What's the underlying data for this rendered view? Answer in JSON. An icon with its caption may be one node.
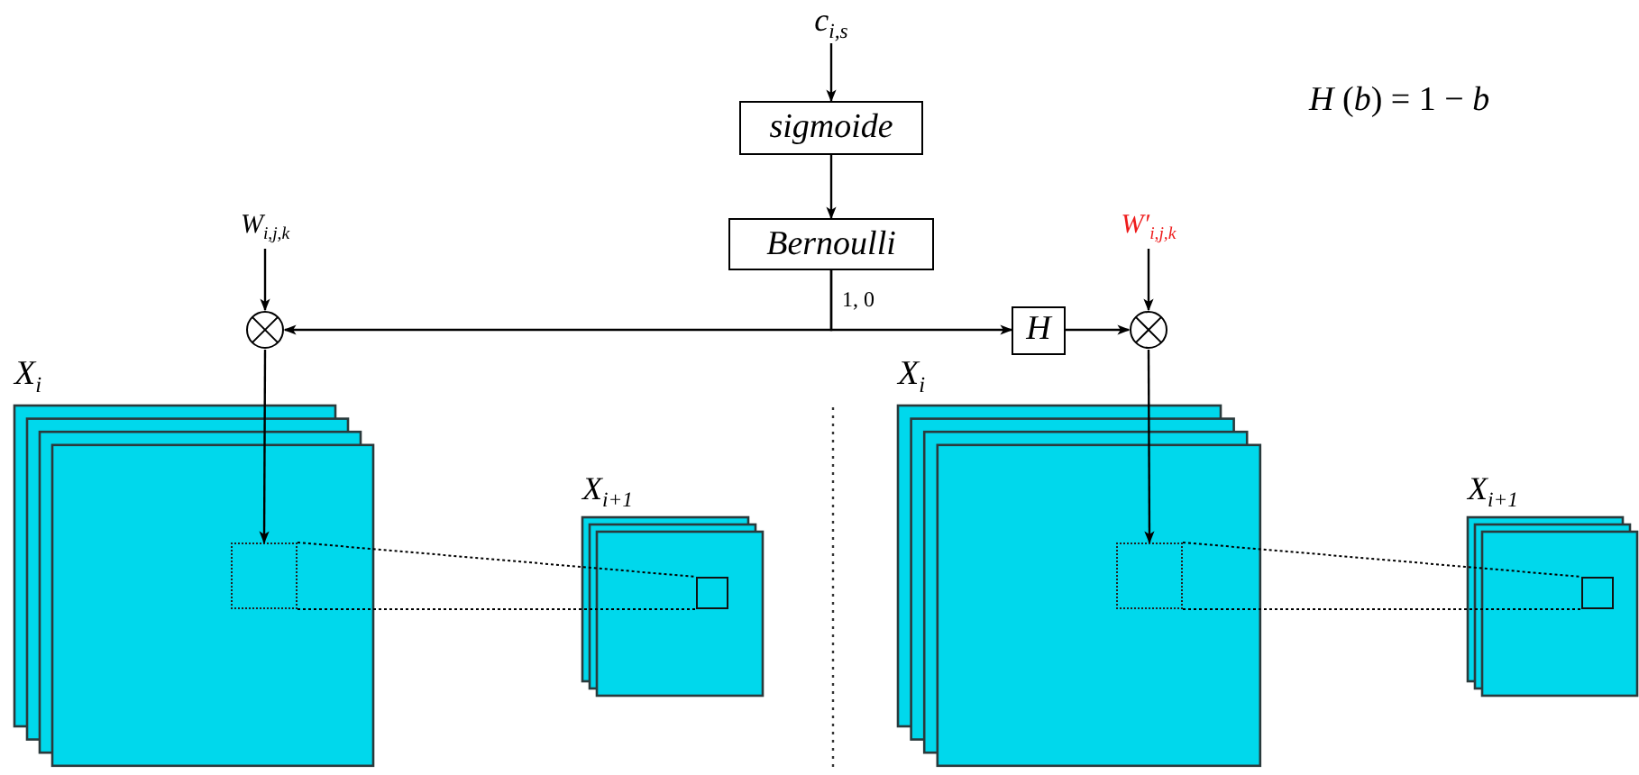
{
  "diagram": {
    "nodes": [
      {
        "text": [
          "*c*$_{i,s}$"
        ]
      },
      {
        "text": [
          "sigmoide"
        ]
      },
      {
        "text": [
          "Bernoulli"
        ]
      },
      {
        "text": [
          "*W*$_{i,j,k}$"
        ]
      },
      {
        "text": [],
        "shape": "circle"
      },
      {
        "text": [
          "H"
        ]
      },
      {
        "text": [
          "*W′*$_{i,j,k}$"
        ]
      },
      {
        "text": [],
        "shape": "circle"
      },
      {
        "text": [
          "*X*$_{i}$"
        ]
      },
      {
        "text": [],
        "shape": "box",
        "in": 8
      },
      {
        "text": [
          "*X*$_{i+1}$"
        ]
      },
      {
        "text": [],
        "shape": "box",
        "in": 10
      },
      {
        "text": [
          "*X*$_{i}$"
        ]
      },
      {
        "text": [],
        "shape": "box",
        "in": 12
      },
      {
        "text": [
          "*X*$_{i+1}$"
        ]
      },
      {
        "text": [],
        "shape": "box",
        "in": 14
      }
    ],
    "edges": [
      {
        "from": 0,
        "to": 1,
        "arrow": "to"
      },
      {
        "from": 1,
        "to": 2,
        "arrow": "to"
      },
      {
        "from": 2,
        "to": 4,
        "arrow": "to",
        "label": "1, 0"
      },
      {
        "from": 2,
        "to": 5,
        "arrow": "to"
      },
      {
        "from": 3,
        "to": 4,
        "arrow": "to"
      },
      {
        "from": 5,
        "to": 7,
        "arrow": "to"
      },
      {
        "from": 6,
        "to": 7,
        "arrow": "to"
      },
      {
        "from": 4,
        "to": 9,
        "arrow": "to"
      },
      {
        "from": 9,
        "to": 11,
        "arrow": "none",
        "style": "dashed"
      },
      {
        "from": 9,
        "to": 11,
        "arrow": "none",
        "style": "dashed"
      },
      {
        "from": 7,
        "to": 13,
        "arrow": "to"
      },
      {
        "from": 13,
        "to": 15,
        "arrow": "none",
        "style": "dashed"
      },
      {
        "from": 13,
        "to": 15,
        "arrow": "none",
        "style": "dashed"
      }
    ],
    "labels": [
      "*H* (*b*) = 1 − *b*"
    ]
  }
}
